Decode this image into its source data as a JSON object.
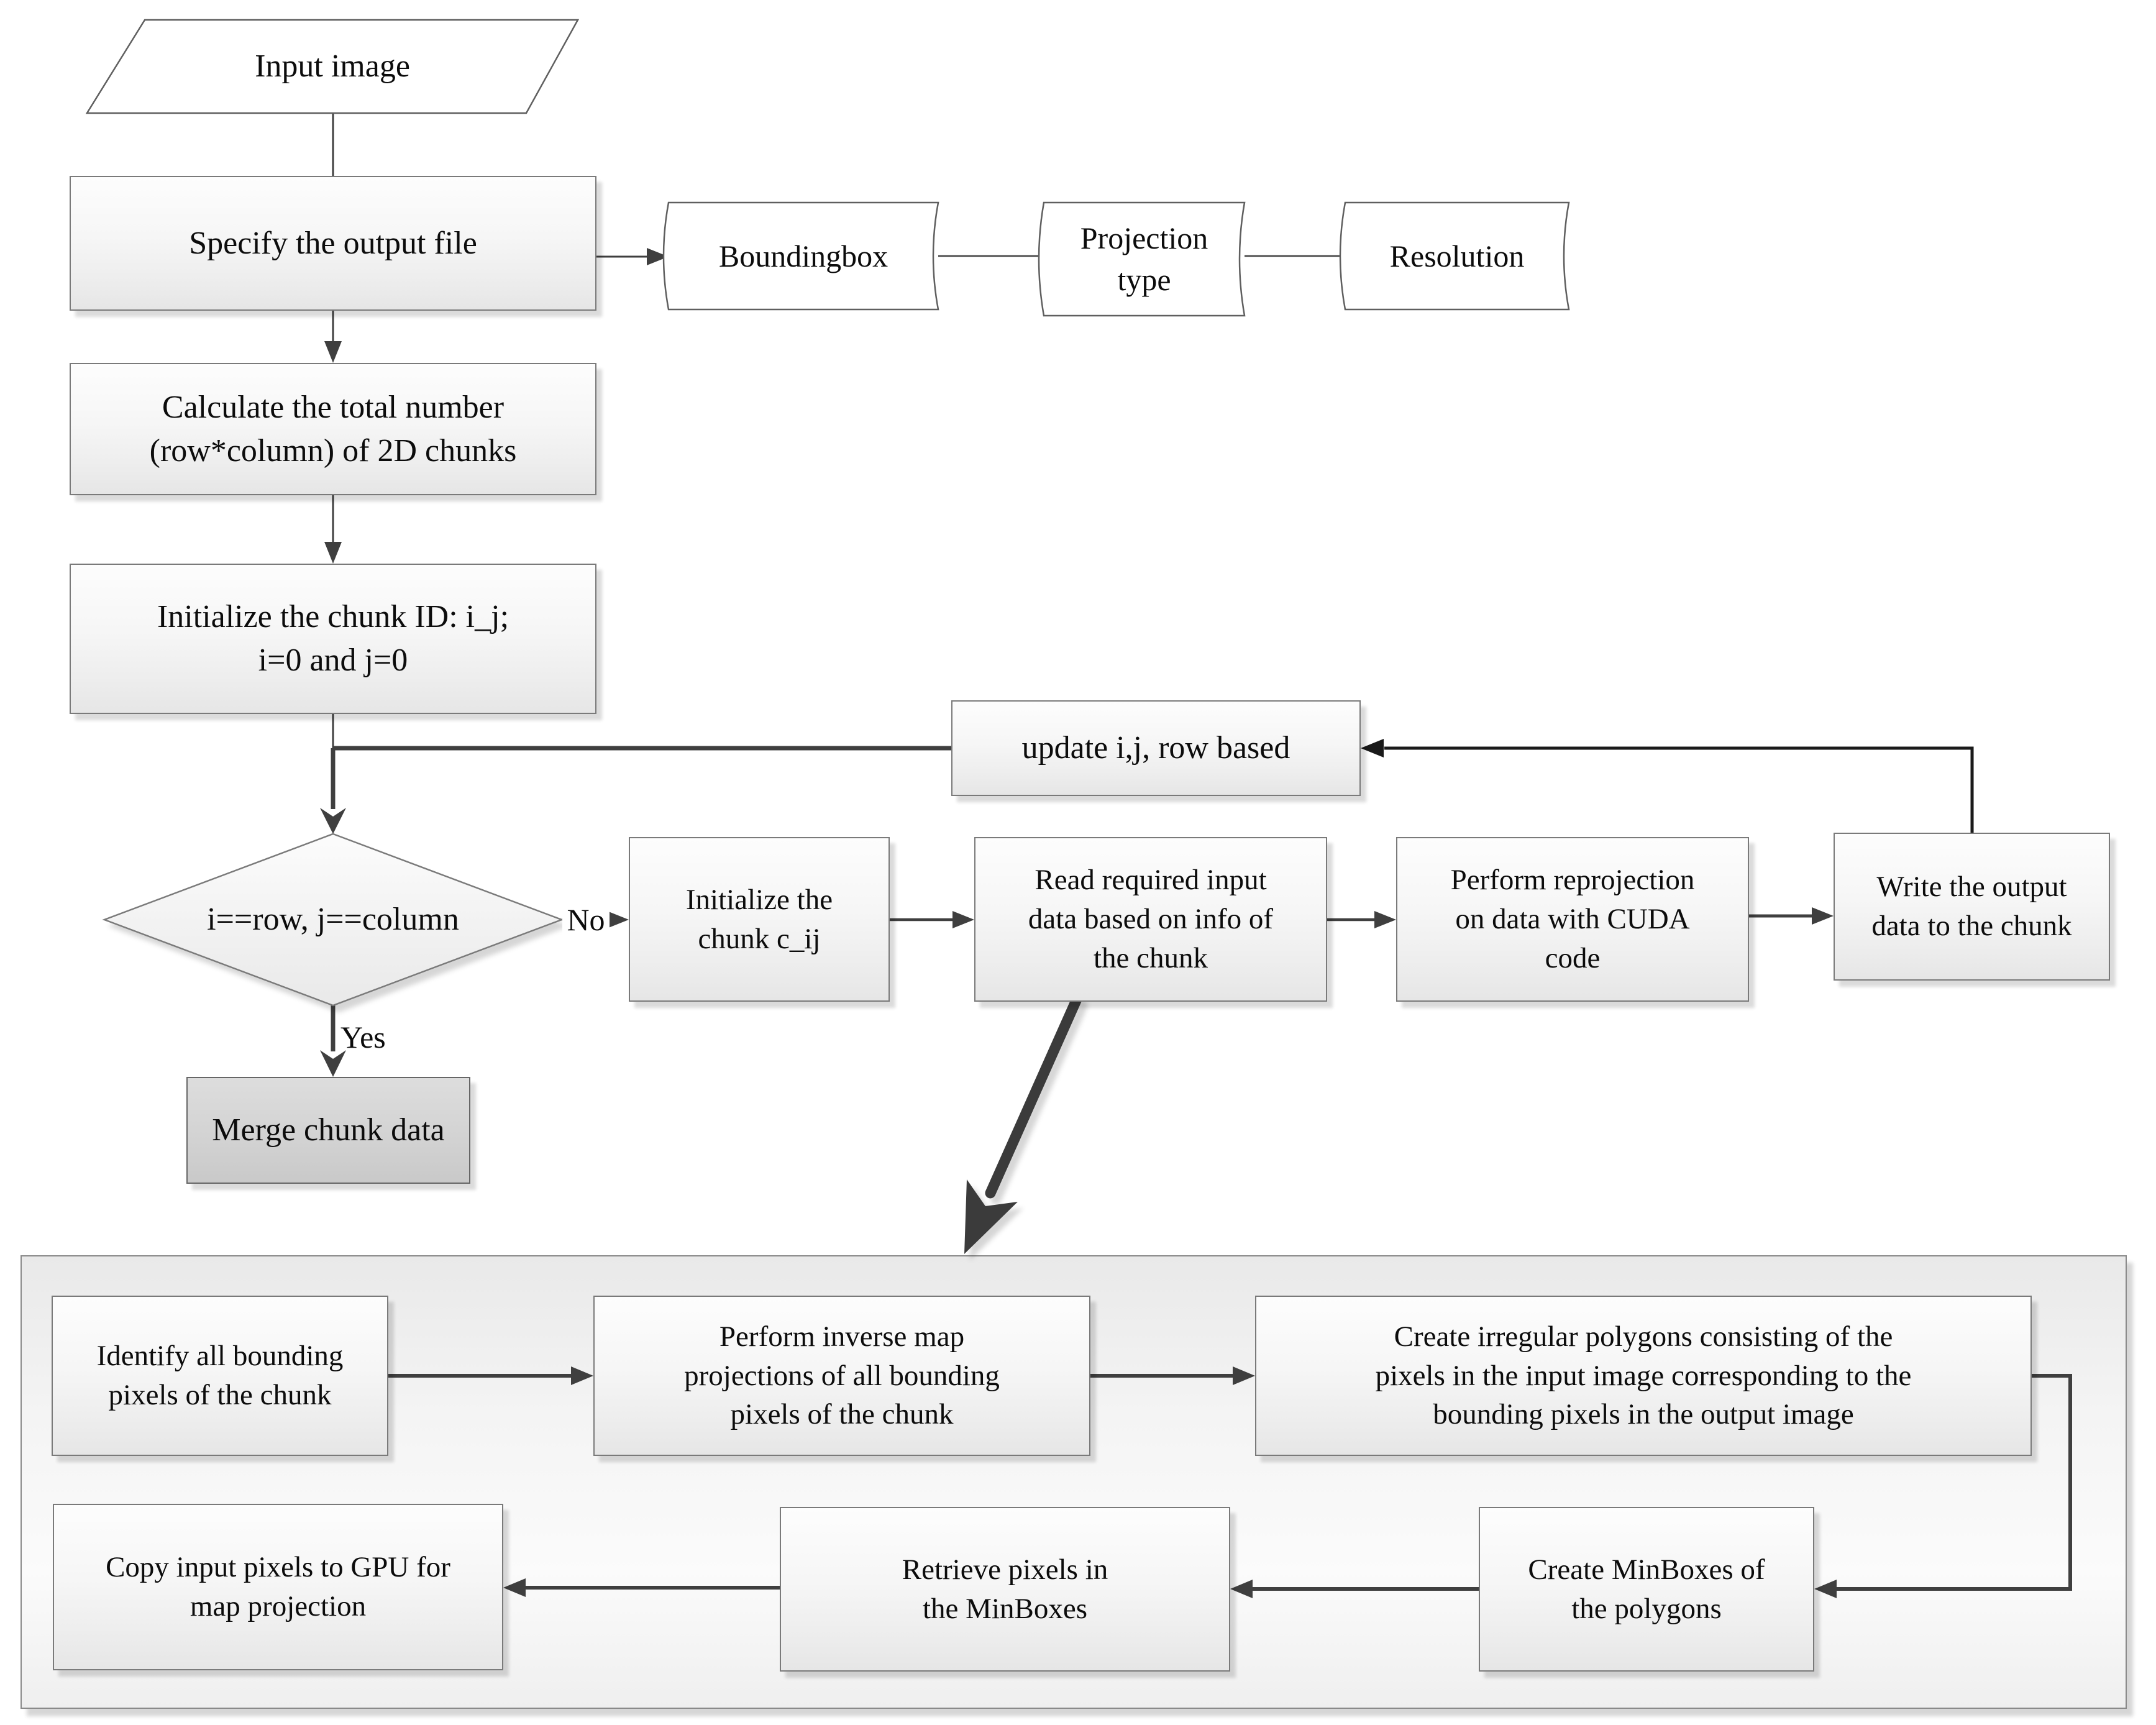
{
  "colors": {
    "background": "#ffffff",
    "box_border": "#7a7a7a",
    "box_fill_top": "#fdfdfd",
    "box_fill_bottom": "#e6e6e6",
    "merge_fill": "#d2d2d2",
    "container_fill": "#f4f4f4",
    "line": "#3f3f3f",
    "feedback_line": "#1a1a1a",
    "text": "#0c0c0c"
  },
  "nodes": {
    "input_image": {
      "label": "Input  image"
    },
    "specify": {
      "label": "Specify the output file"
    },
    "boundingbox": {
      "label": "Boundingbox"
    },
    "projection": {
      "label": "Projection\ntype"
    },
    "resolution": {
      "label": "Resolution"
    },
    "calculate": {
      "label": "Calculate the total number\n(row*column) of 2D chunks"
    },
    "initialize_id": {
      "label": "Initialize the chunk ID: i_j;\ni=0 and j=0"
    },
    "update": {
      "label": "update i,j, row based"
    },
    "decision": {
      "label": "i==row, j==column"
    },
    "init_chunk": {
      "label": "Initialize the\nchunk c_ij"
    },
    "read": {
      "label": "Read required input\ndata based on info of\nthe chunk"
    },
    "perform": {
      "label": "Perform reprojection\non data with CUDA\ncode"
    },
    "write": {
      "label": "Write the output\ndata to the chunk"
    },
    "merge": {
      "label": "Merge chunk data"
    },
    "identify": {
      "label": "Identify all bounding\npixels of the chunk"
    },
    "inverse": {
      "label": "Perform inverse map\nprojections of all bounding\npixels of the chunk"
    },
    "irregular": {
      "label": "Create irregular polygons consisting of the\npixels in the input image corresponding to the\nbounding pixels in the output image"
    },
    "minboxes": {
      "label": "Create MinBoxes of\nthe polygons"
    },
    "retrieve": {
      "label": "Retrieve pixels in\nthe MinBoxes"
    },
    "copy": {
      "label": "Copy input pixels to GPU for\nmap projection"
    }
  },
  "edge_labels": {
    "no": "No",
    "yes": "Yes"
  }
}
